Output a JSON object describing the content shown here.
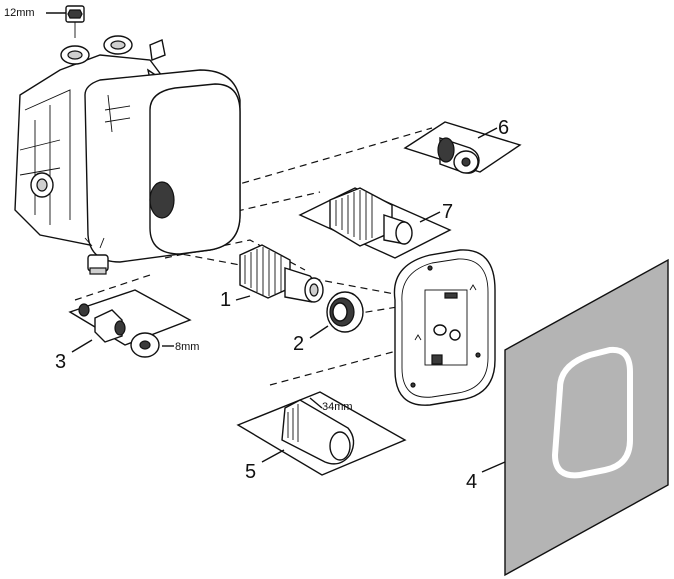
{
  "labels": {
    "p1": "1",
    "p2": "2",
    "p3": "3",
    "p4": "4",
    "p5": "5",
    "p6": "6",
    "p7": "7"
  },
  "dimensions": {
    "hex_key_top": "12mm",
    "hex_key_cap": "8mm",
    "wrench_size": "34mm"
  }
}
